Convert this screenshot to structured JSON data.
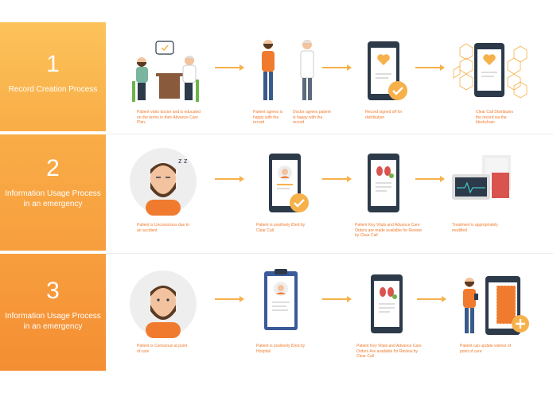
{
  "colors": {
    "accent": "#f07b2e",
    "band_top": "#fbbf55",
    "band_bottom": "#f48e33",
    "arrow": "#f6b14b",
    "phone": "#2c3a4a",
    "check": "#f6b14b",
    "kidney": "#d9534f",
    "skin": "#f2c39e",
    "beard": "#5a3a22",
    "shirt": "#f07b2e"
  },
  "rows": [
    {
      "number": "1",
      "title": "Record Creation Process",
      "captions": [
        "Patient visits doctor and is educated on the terms in their Advance Care Plan.",
        "Patient agrees is happy with the record",
        "Doctor agrees patient is happy with the record",
        "Record signed off for distribution",
        "Clear Call Distributes the record via the blockchain"
      ]
    },
    {
      "number": "2",
      "title": "Information Usage Process in an emergency",
      "captions": [
        "Patient is Unconscious due to an accident",
        "Patient is positively IDed by Clear Call",
        "Patient Key Vitals and Advance Care Orders are made available for Review by Clear Call",
        "Treatment is appropriately modified"
      ]
    },
    {
      "number": "3",
      "title": "Information Usage Process in an emergency",
      "captions": [
        "Patient is Conscious at point of care",
        "Patient is positively IDed by Hospital",
        "Patient Key Vitals and Advance Care Orders Are available for Review by Clear Call",
        "Patient can update wishes of point of care"
      ]
    }
  ],
  "icons": [
    "doctor-consultation-illustration",
    "patient-illustration",
    "doctor-illustration",
    "phone-heart-check-illustration",
    "blockchain-hexagon-illustration",
    "sleeping-patient-face-icon",
    "phone-patient-id-check-illustration",
    "phone-kidneys-illustration",
    "hospital-monitor-illustration",
    "patient-face-icon",
    "clipboard-patient-id-illustration",
    "patient-with-phone-plus-illustration",
    "arrow-right-icon"
  ]
}
